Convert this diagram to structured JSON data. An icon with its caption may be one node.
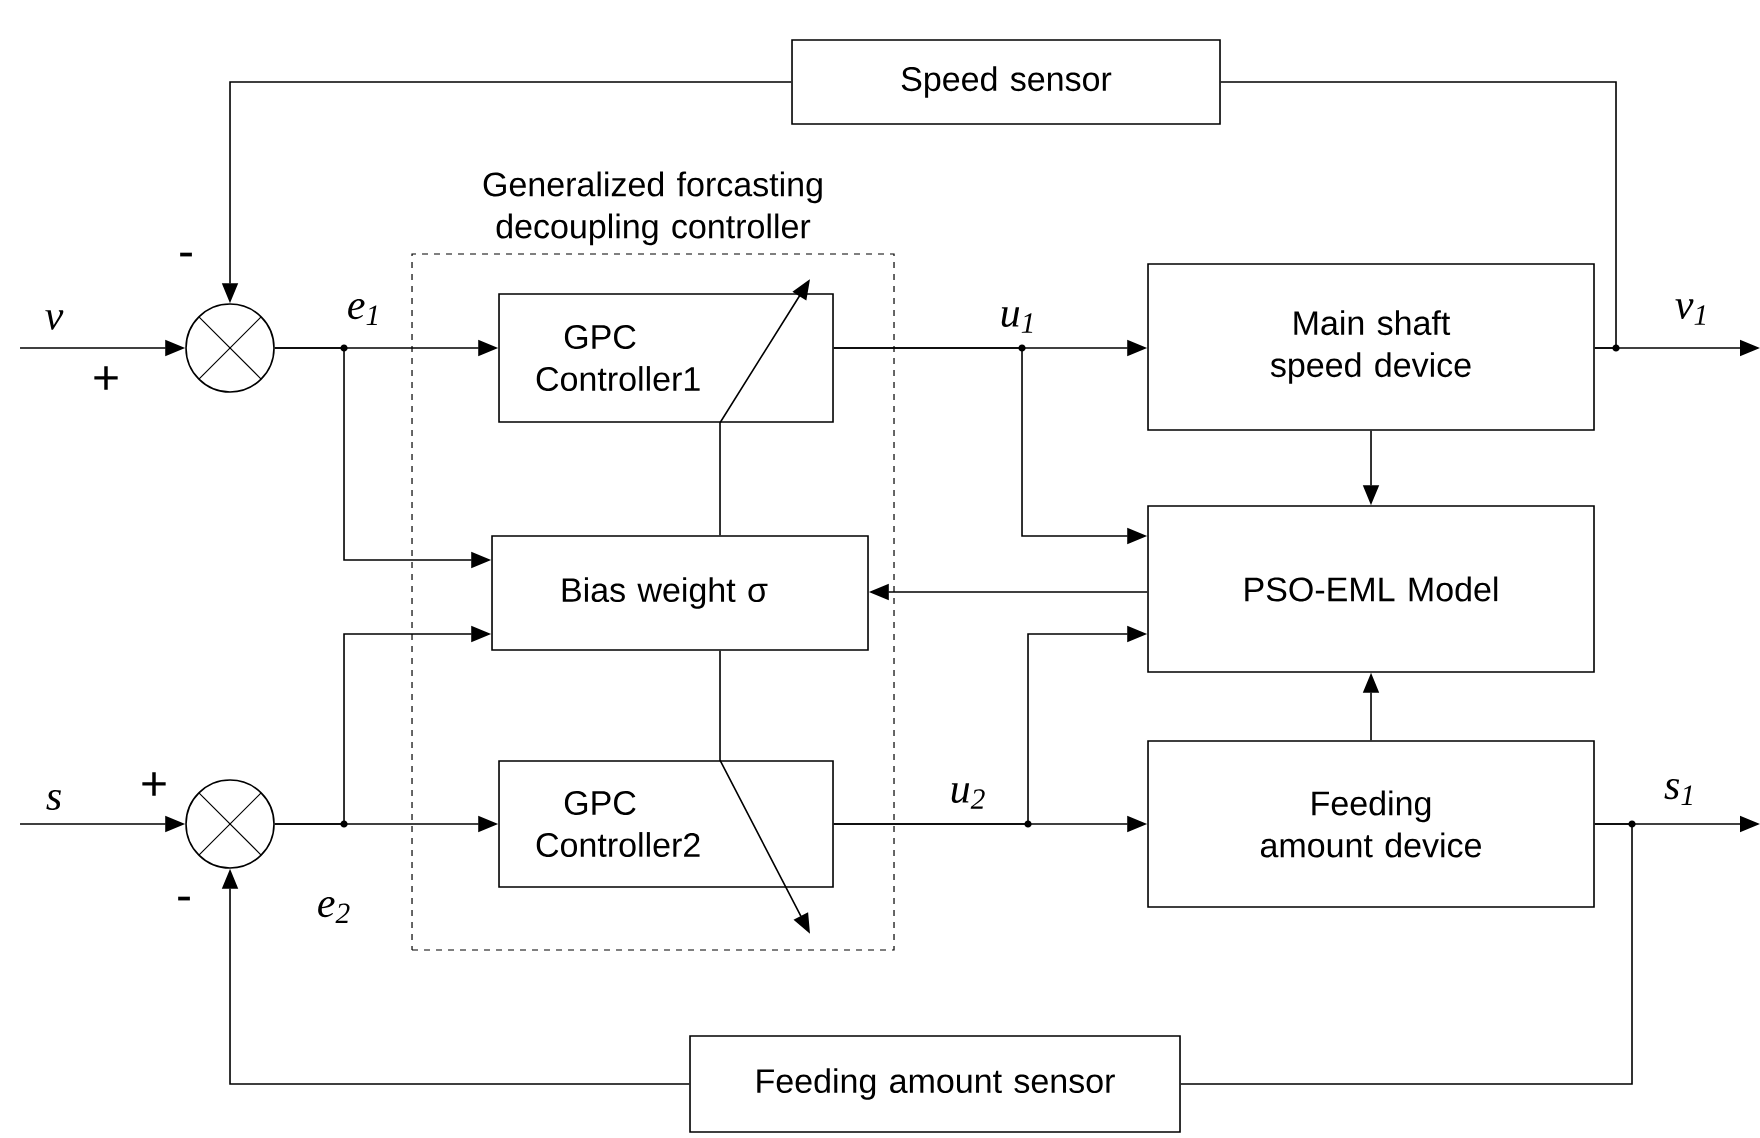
{
  "diagram": {
    "nodes": [
      {
        "text": [
          "Speed sensor"
        ]
      },
      {
        "text": [],
        "shape": "circle"
      },
      {
        "text": [
          "Generalized forcasting decoupling controller"
        ]
      },
      {
        "text": [
          "GPC Controller1"
        ],
        "in": 2
      },
      {
        "text": [
          "Bias weight σ"
        ],
        "in": 2
      },
      {
        "text": [
          "GPC Controller2"
        ],
        "in": 2
      },
      {
        "text": [
          "Main shaft speed device"
        ]
      },
      {
        "text": [
          "PSO-EML Model"
        ]
      },
      {
        "text": [
          "Feeding amount device"
        ]
      },
      {
        "text": [],
        "shape": "circle"
      },
      {
        "text": [
          "Feeding amount sensor"
        ]
      }
    ],
    "edges": [
      {
        "from": null,
        "to": 1,
        "arrow": "to"
      },
      {
        "from": 1,
        "to": 3,
        "arrow": "to"
      },
      {
        "from": 1,
        "to": 4,
        "arrow": "to"
      },
      {
        "from": 9,
        "to": 5,
        "arrow": "to"
      },
      {
        "from": 9,
        "to": 4,
        "arrow": "to"
      },
      {
        "from": null,
        "to": 9,
        "arrow": "to"
      },
      {
        "from": 3,
        "to": 6,
        "arrow": "to"
      },
      {
        "from": 3,
        "to": 7,
        "arrow": "to"
      },
      {
        "from": 5,
        "to": 8,
        "arrow": "to"
      },
      {
        "from": 5,
        "to": 7,
        "arrow": "to"
      },
      {
        "from": 6,
        "to": 7,
        "arrow": "to"
      },
      {
        "from": 8,
        "to": 7,
        "arrow": "to"
      },
      {
        "from": 7,
        "to": 4,
        "arrow": "to"
      },
      {
        "from": 6,
        "to": null,
        "arrow": "to"
      },
      {
        "from": 6,
        "to": 0,
        "arrow": "none"
      },
      {
        "from": 0,
        "to": 1,
        "arrow": "to"
      },
      {
        "from": 8,
        "to": null,
        "arrow": "to"
      },
      {
        "from": 8,
        "to": 10,
        "arrow": "none"
      },
      {
        "from": 10,
        "to": 9,
        "arrow": "to"
      },
      {
        "from": 4,
        "to": 3,
        "arrow": "to"
      },
      {
        "from": 4,
        "to": 5,
        "arrow": "to"
      }
    ],
    "labels": [
      "-",
      "v",
      "e$_{1}$",
      "u$_{1}$",
      "v$_{1}$",
      "+",
      "+",
      "s",
      "u$_{2}$",
      "s$_{1}$",
      "-",
      "e$_{2}$"
    ]
  }
}
